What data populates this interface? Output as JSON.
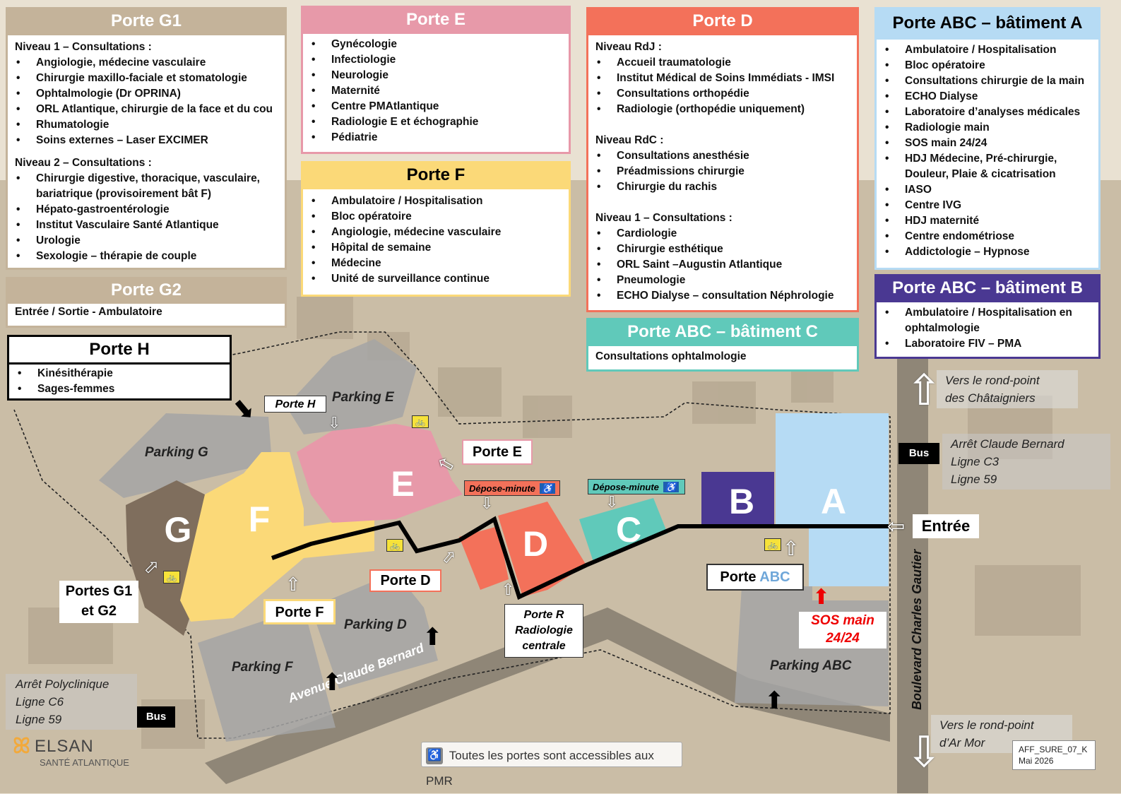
{
  "panels": {
    "g1": {
      "title": "Porte G1",
      "level1": "Niveau 1 – Consultations :",
      "level1_items": [
        "Angiologie, médecine vasculaire",
        "Chirurgie maxillo-faciale et stomatologie",
        "Ophtalmologie (Dr OPRINA)",
        "ORL Atlantique, chirurgie de la face et du cou",
        "Rhumatologie",
        "Soins externes – Laser EXCIMER"
      ],
      "level2": "Niveau 2 – Consultations :",
      "level2_items": [
        "Chirurgie digestive, thoracique, vasculaire, bariatrique (provisoirement bât F)",
        "Hépato-gastroentérologie",
        "Institut Vasculaire Santé Atlantique",
        "Urologie",
        "Sexologie – thérapie de couple"
      ]
    },
    "g2": {
      "title": "Porte G2",
      "text": "Entrée / Sortie - Ambulatoire"
    },
    "h": {
      "title": "Porte H",
      "items": [
        "Kinésithérapie",
        "Sages-femmes"
      ]
    },
    "e": {
      "title": "Porte E",
      "items": [
        "Gynécologie",
        "Infectiologie",
        "Neurologie",
        "Maternité",
        "Centre PMAtlantique",
        "Radiologie E et échographie",
        "Pédiatrie"
      ]
    },
    "f": {
      "title": "Porte F",
      "items": [
        "Ambulatoire / Hospitalisation",
        "Bloc opératoire",
        "Angiologie, médecine vasculaire",
        "Hôpital de semaine",
        "Médecine",
        "Unité de surveillance continue"
      ]
    },
    "d": {
      "title": "Porte D",
      "rdj": "Niveau RdJ :",
      "rdj_items": [
        "Accueil traumatologie",
        "Institut Médical de Soins Immédiats - IMSI",
        "Consultations orthopédie",
        "Radiologie (orthopédie uniquement)"
      ],
      "rdc": "Niveau RdC :",
      "rdc_items": [
        "Consultations anesthésie",
        "Préadmissions chirurgie",
        "Chirurgie du rachis"
      ],
      "n1": "Niveau 1 – Consultations :",
      "n1_items": [
        "Cardiologie",
        "Chirurgie esthétique",
        "ORL Saint –Augustin Atlantique",
        "Pneumologie",
        "ECHO Dialyse – consultation Néphrologie"
      ]
    },
    "abc_c": {
      "title": "Porte ABC – bâtiment C",
      "text": "Consultations ophtalmologie"
    },
    "abc_a": {
      "title": "Porte ABC – bâtiment A",
      "items": [
        "Ambulatoire / Hospitalisation",
        "Bloc opératoire",
        "Consultations chirurgie de la main",
        "ECHO Dialyse",
        "Laboratoire d’analyses médicales",
        "Radiologie main",
        "SOS main 24/24",
        "HDJ Médecine, Pré-chirurgie, Douleur,  Plaie & cicatrisation",
        "IASO",
        "Centre IVG",
        "HDJ maternité",
        "Centre endométriose",
        "Addictologie – Hypnose"
      ]
    },
    "abc_b": {
      "title": "Porte ABC – bâtiment B",
      "items": [
        "Ambulatoire / Hospitalisation en ophtalmologie",
        "Laboratoire FIV – PMA"
      ]
    }
  },
  "map": {
    "buildings": {
      "a": "A",
      "b": "B",
      "c": "C",
      "d": "D",
      "e": "E",
      "f": "F",
      "g": "G"
    },
    "parkings": {
      "e": "Parking E",
      "g": "Parking G",
      "d": "Parking D",
      "f": "Parking F",
      "abc": "Parking ABC"
    },
    "door_labels": {
      "h": "Porte H",
      "e": "Porte E",
      "d": "Porte D",
      "f": "Porte F",
      "g": "Portes G1 et G2",
      "abc_prefix": "Porte ",
      "abc_suffix": "ABC",
      "r_line1": "Porte R",
      "r_line2": "Radiologie",
      "r_line3": "centrale",
      "entree": "Entrée",
      "sos_line1": "SOS main",
      "sos_line2": "24/24"
    },
    "depose_minute": "Dépose-minute",
    "roads": {
      "avenue": "Avenue Claude Bernard",
      "boulevard": "Boulevard Charles Gautier"
    },
    "directions": {
      "north_line1": "Vers le rond-point",
      "north_line2": "des Châtaigniers",
      "south_line1": "Vers le rond-point",
      "south_line2": "d’Ar Mor"
    },
    "stops": {
      "claude_bernard": {
        "name": "Arrêt Claude Bernard",
        "line1": "Ligne C3",
        "line2": "Ligne 59"
      },
      "polyclinique": {
        "name": "Arrêt Polyclinique",
        "line1": "Ligne C6",
        "line2": "Ligne 59"
      }
    },
    "bus": "Bus"
  },
  "footer": {
    "pmr": "Toutes les portes sont accessibles aux PMR",
    "brand": "ELSAN",
    "brand_sub": "SANTÉ ATLANTIQUE",
    "ref": "AFF_SURE_07_K",
    "date": "Mai 2026"
  },
  "colors": {
    "g": "#c4b39a",
    "e": "#e799a9",
    "f": "#fbd978",
    "d": "#f3715a",
    "c": "#60c9ba",
    "a": "#b6dbf4",
    "b": "#4a3892",
    "h": "#000000"
  }
}
